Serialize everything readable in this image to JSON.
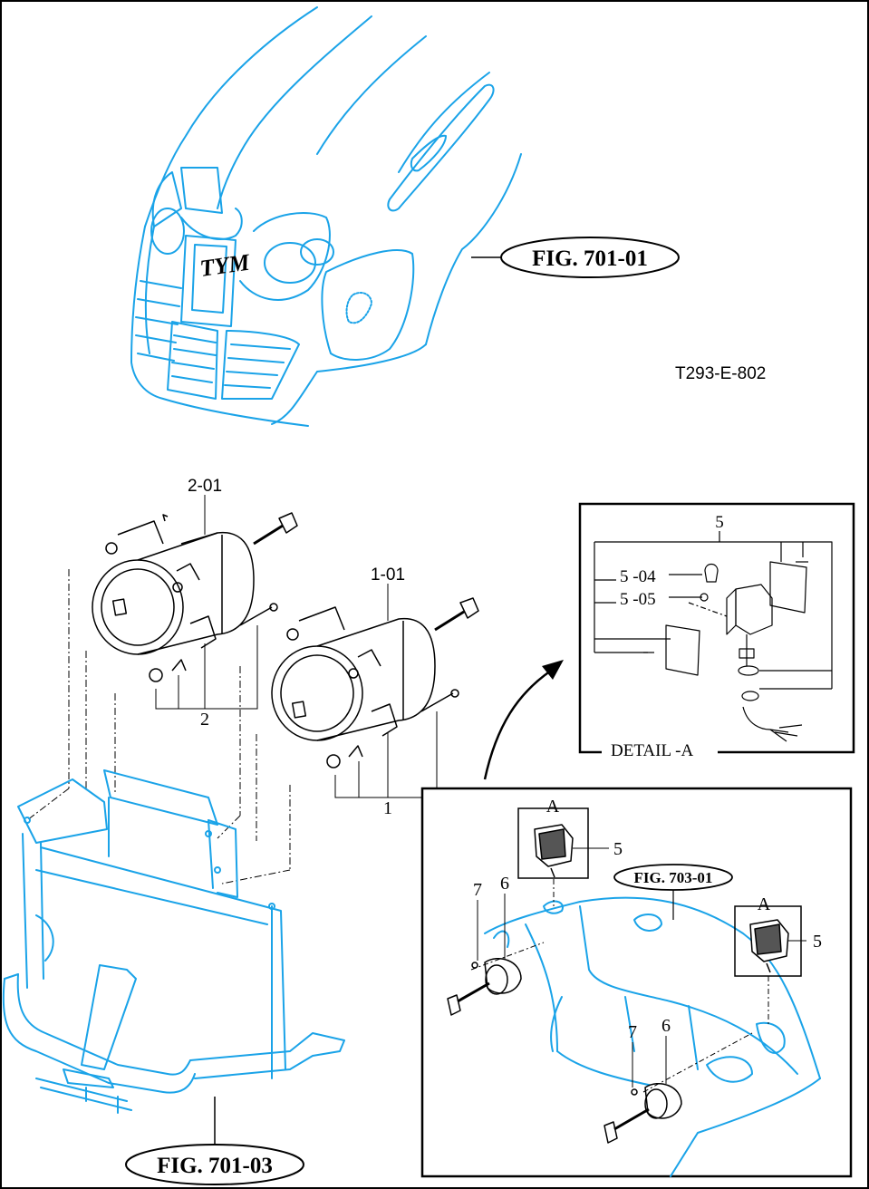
{
  "drawing_code": "T293-E-802",
  "figure_refs": {
    "hood": "FIG. 701-01",
    "guard": "FIG. 701-03",
    "fender": "FIG. 703-01"
  },
  "hood_logo": "TYM",
  "main_callouts": {
    "headlamp_left_sub": "2-01",
    "headlamp_left": "2",
    "headlamp_right_sub": "1-01",
    "headlamp_right": "1"
  },
  "detail_a": {
    "caption": "DETAIL -A",
    "assembly": "5",
    "bulb": "5 -04",
    "socket": "5 -05"
  },
  "fender_callouts": {
    "view_a_top": "A",
    "view_a_right": "A",
    "lamp_top": "5",
    "lamp_right": "5",
    "horn_top": "6",
    "bolt_top": "7",
    "horn_bottom": "6",
    "bolt_bottom": "7"
  },
  "colors": {
    "outline": "#000000",
    "reference_parts": "#1aa3e8"
  }
}
